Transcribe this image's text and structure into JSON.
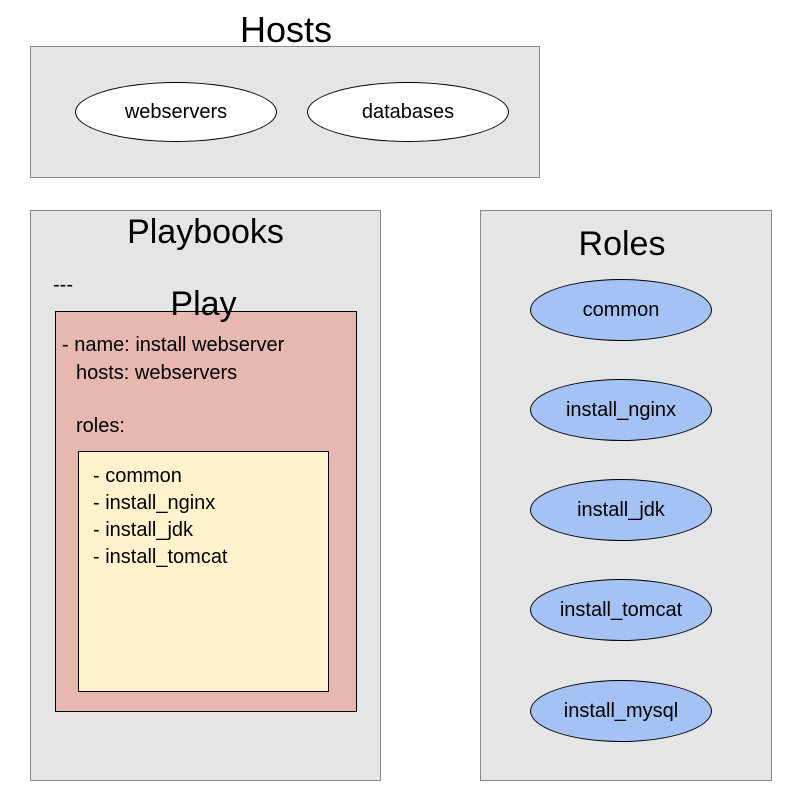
{
  "hosts": {
    "title": "Hosts",
    "groups": [
      "webservers",
      "databases"
    ]
  },
  "playbooks": {
    "title": "Playbooks",
    "doc_start": "---",
    "play": {
      "title": "Play",
      "name_line": "- name: install webserver",
      "hosts_line": "hosts: webservers",
      "roles_label": "roles:",
      "role_list": [
        "- common",
        "- install_nginx",
        "- install_jdk",
        "- install_tomcat"
      ]
    }
  },
  "roles": {
    "title": "Roles",
    "items": [
      "common",
      "install_nginx",
      "install_jdk",
      "install_tomcat",
      "install_mysql"
    ]
  },
  "colors": {
    "panel_bg": "#e5e5e5",
    "play_bg": "#e6b8af",
    "role_list_bg": "#fff2cc",
    "role_node_bg": "#a4c2f4",
    "host_node_bg": "#ffffff"
  }
}
